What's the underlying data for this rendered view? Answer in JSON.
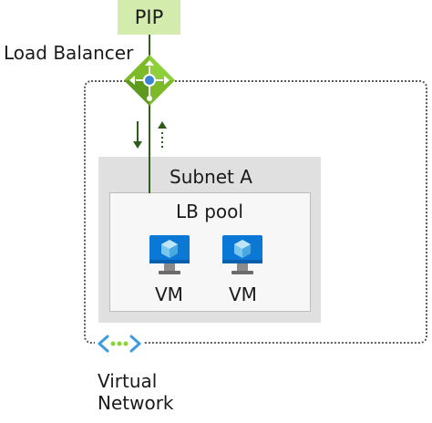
{
  "pip": {
    "label": "PIP"
  },
  "load_balancer": {
    "label": "Load Balancer"
  },
  "subnet": {
    "label": "Subnet A"
  },
  "pool": {
    "label": "LB pool"
  },
  "vms": [
    {
      "label": "VM"
    },
    {
      "label": "VM"
    }
  ],
  "virtual_network": {
    "line1": "Virtual",
    "line2": "Network"
  },
  "icons": {
    "load_balancer": "load-balancer-icon",
    "vm": "virtual-machine-icon",
    "vnet": "virtual-network-icon",
    "inbound": "arrow-down-icon",
    "outbound": "arrow-up-dotted-icon"
  },
  "colors": {
    "pip_fill": "#d3ecae",
    "connector": "#2e5e1a",
    "lb_green": "#7cba2a",
    "vm_blue": "#0a78d4",
    "vnet_green": "#86d633"
  }
}
